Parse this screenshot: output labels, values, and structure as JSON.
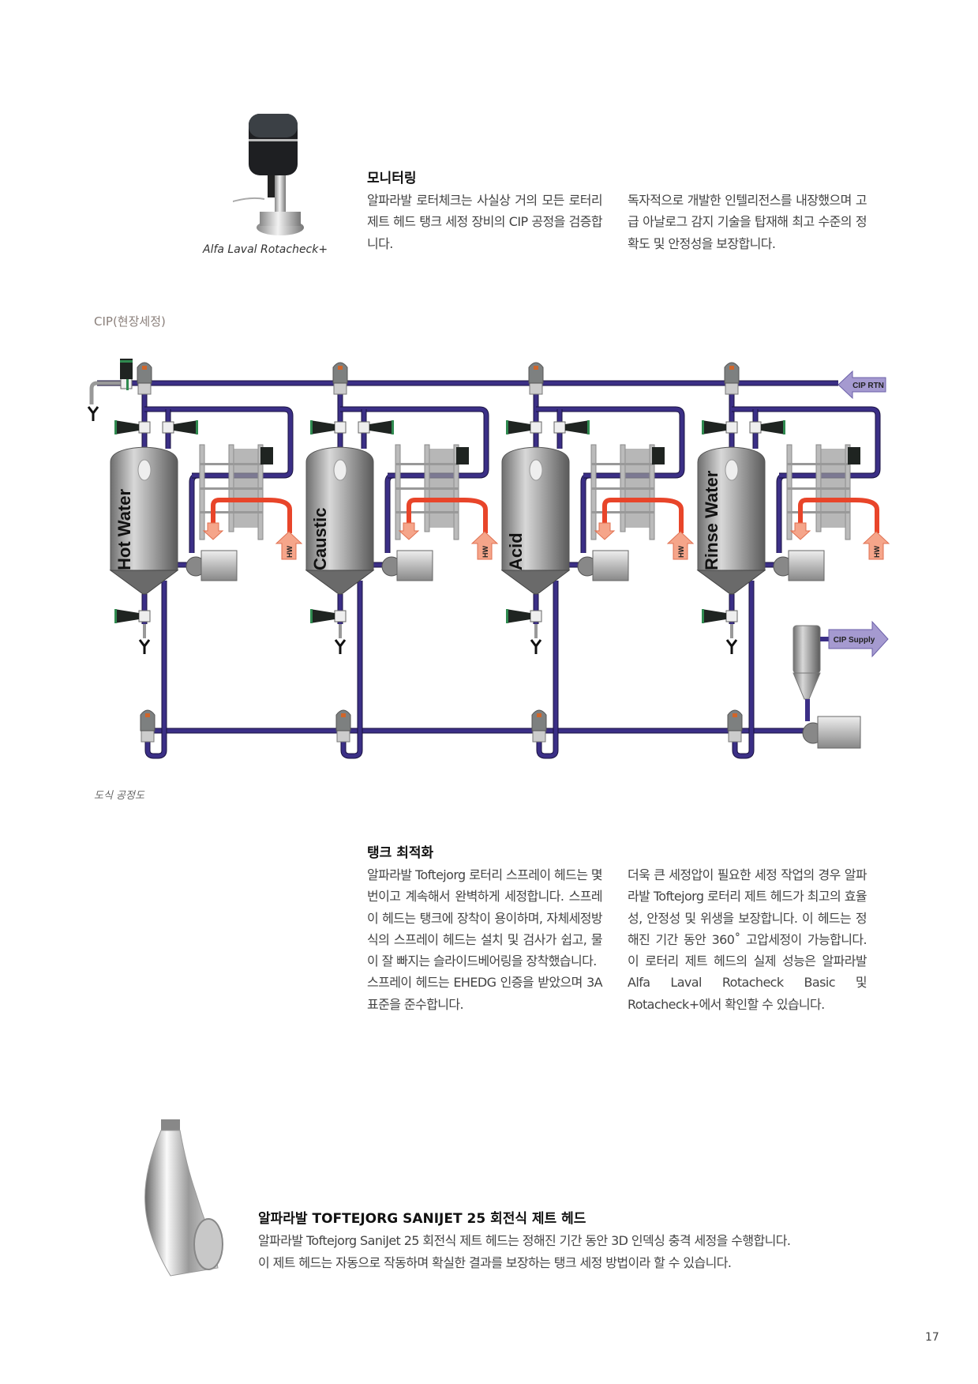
{
  "monitoring": {
    "product_caption": "Alfa Laval Rotacheck+",
    "title": "모니터링",
    "col1": "알파라발 로터체크는 사실상 거의 모든 로터리 제트 헤드 탱크 세정 장비의 CIP 공정을 검증합니다.",
    "col2": "독자적으로 개발한 인텔리전스를 내장했으며 고급 아날로그 감지 기술을 탑재해 최고 수준의 정확도 및 안정성을 보장합니다."
  },
  "diagram": {
    "section_label": "CIP(현장세정)",
    "caption": "도식 공정도",
    "tanks": [
      "Hot Water",
      "Caustic",
      "Acid",
      "Rinse Water"
    ],
    "hw_label": "HW",
    "cip_return": "CIP RTN",
    "cip_supply": "CIP Supply",
    "colors": {
      "pipe": "#3b2f86",
      "hot": "#e8452a",
      "arrow": "#a59ad0",
      "tank": "#8c8c8c"
    }
  },
  "tank_optimization": {
    "title": "탱크 최적화",
    "col1_p1": "알파라발 Toftejorg 로터리 스프레이 헤드는 몇 번이고 계속해서 완벽하게 세정합니다. 스프레이 헤드는 탱크에 장착이 용이하며, 자체세정방식의 스프레이 헤드는 설치 및 검사가 쉽고, 물이 잘 빠지는 슬라이드베어링을 장착했습니다.",
    "col1_p2": "스프레이 헤드는 EHEDG 인증을 받았으며 3A 표준을 준수합니다.",
    "col2": "더욱 큰 세정압이 필요한 세정 작업의 경우 알파라발 Toftejorg 로터리 제트 헤드가 최고의 효율성, 안정성 및 위생을 보장합니다. 이 헤드는 정해진 기간 동안 360˚ 고압세정이 가능합니다. 이 로터리 제트 헤드의 실제 성능은 알파라발 Alfa Laval Rotacheck Basic 및 Rotacheck+에서 확인할 수 있습니다."
  },
  "sanijet": {
    "title": "알파라발 TOFTEJORG SANIJET 25 회전식 제트 헤드",
    "line1": "알파라발 Toftejorg SaniJet 25 회전식 제트 헤드는 정해진 기간 동안 3D 인덱싱 충격 세정을 수행합니다.",
    "line2": "이 제트 헤드는 자동으로 작동하며 확실한 결과를 보장하는 탱크 세정 방법이라 할 수 있습니다."
  },
  "page_number": "17"
}
